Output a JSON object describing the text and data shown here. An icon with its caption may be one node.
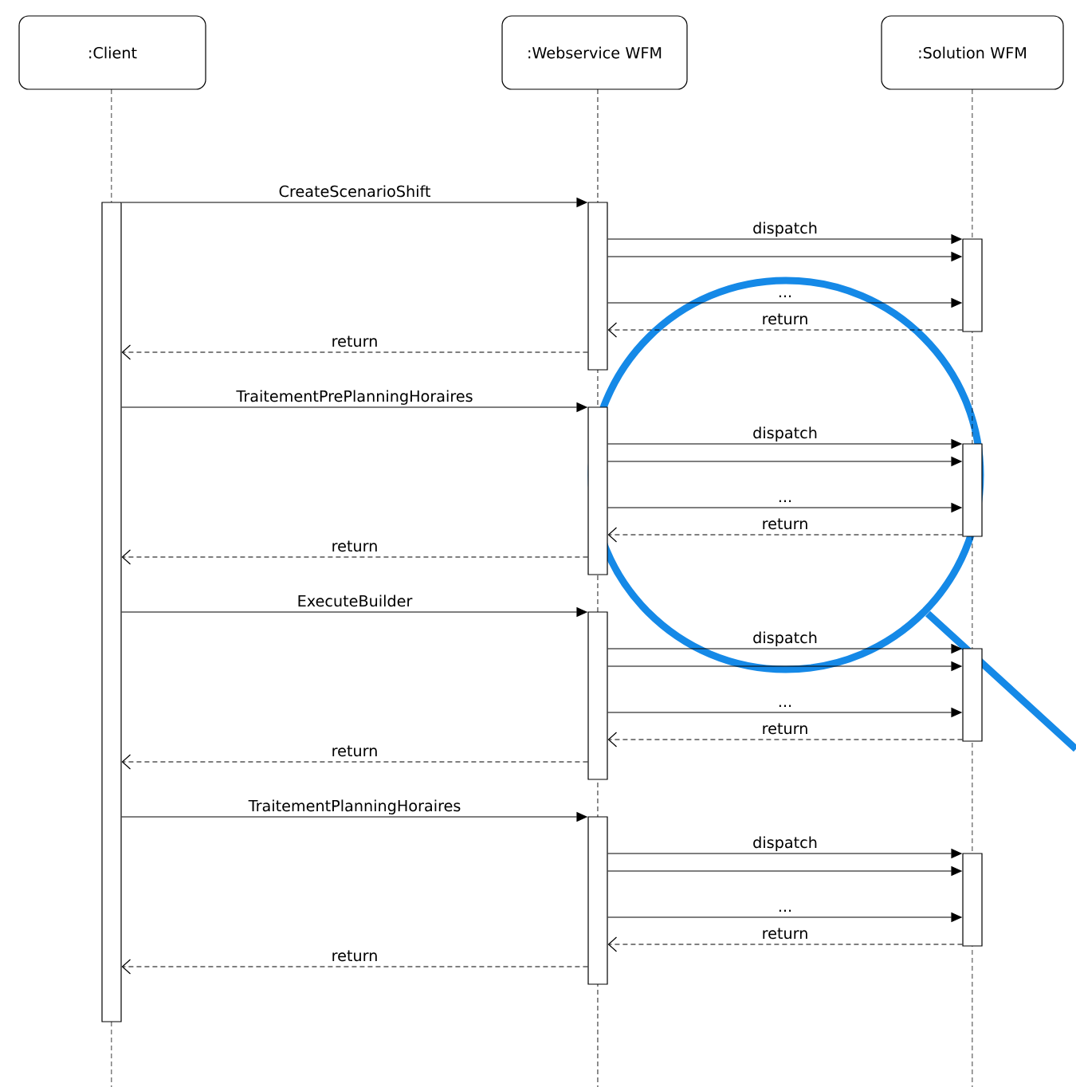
{
  "diagram": {
    "nodes": [
      {
        "text": [
          ":Client"
        ]
      },
      {
        "text": [
          ":Webservice WFM"
        ]
      },
      {
        "text": [
          ":Solution WFM"
        ]
      },
      {
        "text": [],
        "shape": "bar"
      },
      {
        "text": [],
        "shape": "bar"
      },
      {
        "text": [],
        "shape": "bar"
      },
      {
        "text": [],
        "shape": "bar"
      },
      {
        "text": [],
        "shape": "bar"
      },
      {
        "text": [],
        "shape": "bar"
      },
      {
        "text": [],
        "shape": "bar"
      },
      {
        "text": [],
        "shape": "bar"
      },
      {
        "text": [],
        "shape": "bar"
      }
    ],
    "edges": [
      {
        "from": 3,
        "to": 4,
        "arrow": "to",
        "label": "CreateScenarioShift"
      },
      {
        "from": 4,
        "to": 8,
        "arrow": "to",
        "label": "dispatch"
      },
      {
        "from": 4,
        "to": 8,
        "arrow": "to"
      },
      {
        "from": 4,
        "to": 8,
        "arrow": "to",
        "label": "..."
      },
      {
        "from": 8,
        "to": 4,
        "arrow": "to",
        "label": "return",
        "style": "dashed"
      },
      {
        "from": 4,
        "to": 3,
        "arrow": "to",
        "label": "return",
        "style": "dashed"
      },
      {
        "from": 3,
        "to": 5,
        "arrow": "to",
        "label": "TraitementPrePlanningHoraires"
      },
      {
        "from": 5,
        "to": 9,
        "arrow": "to",
        "label": "dispatch"
      },
      {
        "from": 5,
        "to": 9,
        "arrow": "to"
      },
      {
        "from": 5,
        "to": 9,
        "arrow": "to",
        "label": "..."
      },
      {
        "from": 9,
        "to": 5,
        "arrow": "to",
        "label": "return",
        "style": "dashed"
      },
      {
        "from": 5,
        "to": 3,
        "arrow": "to",
        "label": "return",
        "style": "dashed"
      },
      {
        "from": 3,
        "to": 6,
        "arrow": "to",
        "label": "ExecuteBuilder"
      },
      {
        "from": 6,
        "to": 10,
        "arrow": "to",
        "label": "dispatch"
      },
      {
        "from": 6,
        "to": 10,
        "arrow": "to"
      },
      {
        "from": 6,
        "to": 10,
        "arrow": "to",
        "label": "..."
      },
      {
        "from": 10,
        "to": 6,
        "arrow": "to",
        "label": "return",
        "style": "dashed"
      },
      {
        "from": 6,
        "to": 3,
        "arrow": "to",
        "label": "return",
        "style": "dashed"
      },
      {
        "from": 3,
        "to": 7,
        "arrow": "to",
        "label": "TraitementPlanningHoraires"
      },
      {
        "from": 7,
        "to": 11,
        "arrow": "to",
        "label": "dispatch"
      },
      {
        "from": 7,
        "to": 11,
        "arrow": "to"
      },
      {
        "from": 7,
        "to": 11,
        "arrow": "to",
        "label": "..."
      },
      {
        "from": 11,
        "to": 7,
        "arrow": "to",
        "label": "return",
        "style": "dashed"
      },
      {
        "from": 7,
        "to": 3,
        "arrow": "to",
        "label": "return",
        "style": "dashed"
      }
    ]
  }
}
